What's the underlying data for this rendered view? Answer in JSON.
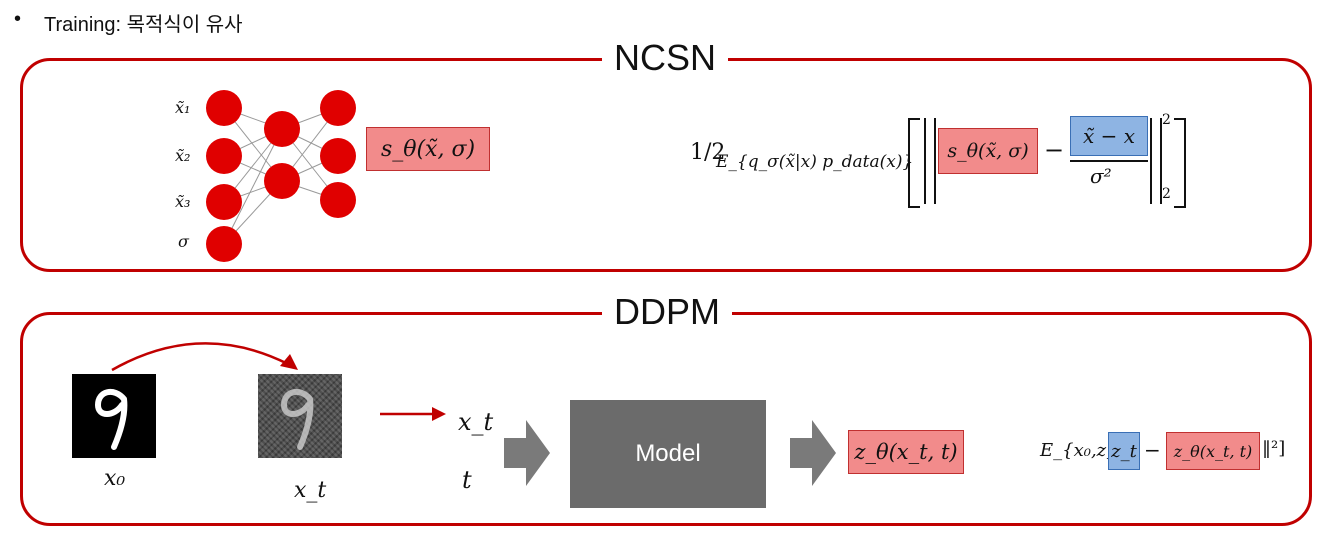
{
  "header": {
    "bullet": "•",
    "text": "Training: 목적식이 유사"
  },
  "ncsn": {
    "title": "NCSN",
    "inputs": [
      "x̃₁",
      "x̃₂",
      "x̃₃",
      "σ"
    ],
    "score_label": "s_θ(x̃, σ)",
    "objective": {
      "half": "1/2",
      "expectation": "E_{q_σ(x̃|x) p_data(x)}",
      "score": "s_θ(x̃, σ)",
      "minus": "−",
      "target_numerator": "x̃ − x",
      "target_denominator": "σ²",
      "exponent": "2",
      "norm_subscript": "2"
    }
  },
  "ddpm": {
    "title": "DDPM",
    "x0_label": "x₀",
    "xt_label": "x_t",
    "input_xt": "x_t",
    "input_t": "t",
    "model_label": "Model",
    "output_label": "z_θ(x_t, t)",
    "objective": {
      "expectation": "E_{x₀,z}[‖",
      "z_t": "z_t",
      "minus": "−",
      "pred": "z_θ(x_t, t)",
      "close": "‖²]"
    }
  },
  "colors": {
    "accent_red": "#c00000",
    "node_red": "#e00000",
    "red_box": "#f28b8b",
    "blue_box": "#8eb4e3",
    "model_gray": "#6b6b6b"
  }
}
